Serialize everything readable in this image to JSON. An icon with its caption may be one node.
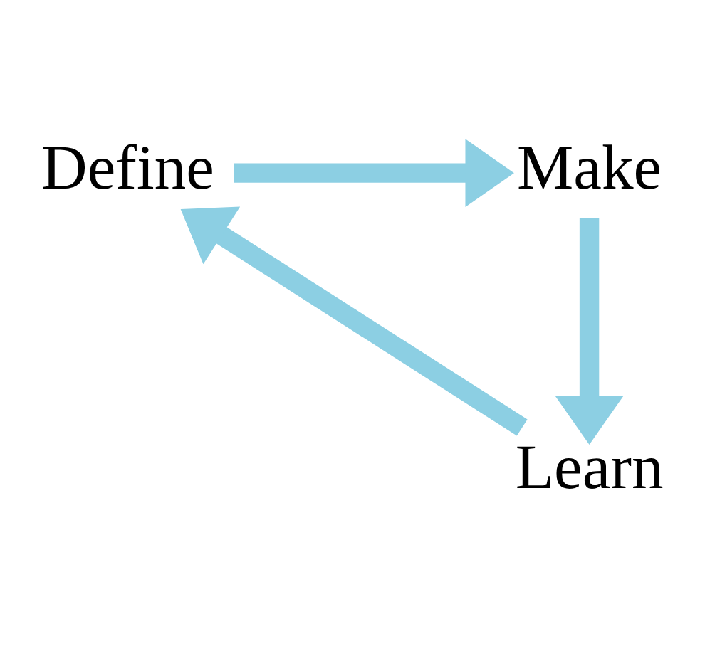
{
  "diagram": {
    "nodes": [
      {
        "text": [
          "Define"
        ]
      },
      {
        "text": [
          "Make"
        ]
      },
      {
        "text": [
          "Learn"
        ]
      }
    ],
    "edges": [
      {
        "from": 0,
        "to": 1,
        "arrow": "to"
      },
      {
        "from": 1,
        "to": 2,
        "arrow": "to"
      },
      {
        "from": 2,
        "to": 0,
        "arrow": "to"
      }
    ]
  }
}
